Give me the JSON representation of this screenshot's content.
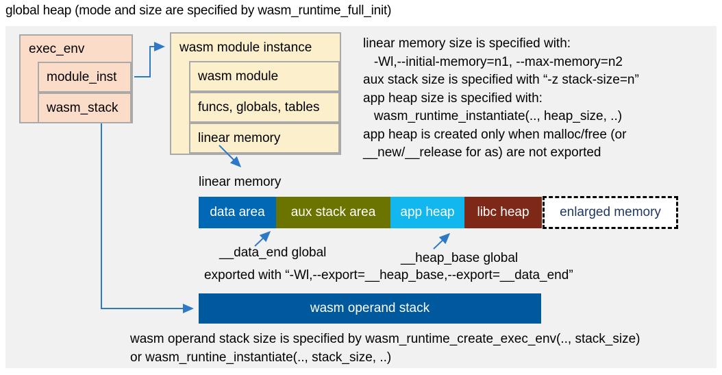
{
  "title": "global heap (mode and size are specified by wasm_runtime_full_init)",
  "exec_env": {
    "title": "exec_env",
    "rows": [
      {
        "label": "module_inst"
      },
      {
        "label": "wasm_stack"
      }
    ],
    "fill": "#FBDCC9",
    "border": "#A9A9A9"
  },
  "module_instance": {
    "title": "wasm module instance",
    "rows": [
      {
        "label": "wasm module"
      },
      {
        "label": "funcs, globals, tables"
      },
      {
        "label": "linear memory"
      }
    ],
    "fill": "#FCEFCB",
    "border": "#A9A9A9"
  },
  "notes": {
    "lines": [
      "linear memory size is specified with:",
      "   -Wl,--initial-memory=n1, --max-memory=n2",
      "aux stack size is specified with “-z stack-size=n”",
      "app heap size is specified with:",
      "   wasm_runtime_instantiate(.., heap_size, ..)",
      "app heap is created only when malloc/free (or",
      "__new/__release for as) are not exported"
    ]
  },
  "linear_memory": {
    "label": "linear memory",
    "segments": [
      {
        "label": "data area",
        "color": "#0068B5",
        "text_color": "#FFFFFF"
      },
      {
        "label": "aux stack area",
        "color": "#6C7400",
        "text_color": "#FFFFFF"
      },
      {
        "label": "app heap",
        "color": "#12B7F0",
        "text_color": "#FFFFFF"
      },
      {
        "label": "libc heap",
        "color": "#7E2817",
        "text_color": "#FFFFFF"
      }
    ],
    "enlarged": {
      "label": "enlarged memory",
      "text_color": "#1F3864"
    }
  },
  "annotations": {
    "data_end": "__data_end global",
    "heap_base": "__heap_base global",
    "exported": "exported with “-Wl,--export=__heap_base,--export=__data_end”"
  },
  "operand_stack": {
    "label": "wasm operand stack",
    "color": "#00599C",
    "note_lines": [
      "wasm operand stack size is specified by wasm_runtime_create_exec_env(.., stack_size)",
      "or wasm_runtine_instantiate(.., stack_size, ..)"
    ]
  },
  "colors": {
    "arrow": "#2E79C7",
    "panel": "#F1F1F1",
    "background": "#FFFFFF"
  }
}
